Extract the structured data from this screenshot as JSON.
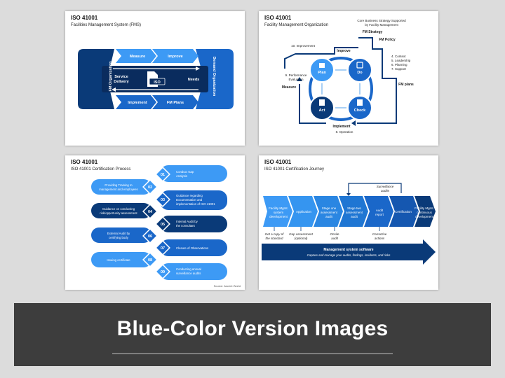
{
  "panel1": {
    "title": "ISO 41001",
    "subtitle": "Facilities Management System (FMS)",
    "left": "FM Organization",
    "right": "Demand Organization",
    "measure": "Measure",
    "improve": "Improve",
    "service": [
      "Service",
      "Delivery"
    ],
    "iso": "ISO",
    "needs": "Needs",
    "implement": "Implement",
    "fmplans": "FM Plans"
  },
  "panel2": {
    "title": "ISO 41001",
    "subtitle": "Facility Management Organization",
    "core": [
      "Core Business Strategy Supported",
      "by Facility Management"
    ],
    "fmstrategy": "FM Strategy",
    "fmpolicy": "FM Policy",
    "improvement": "10. Improvement",
    "improve": "Improve",
    "context": [
      "4. Context",
      "5. Leadership",
      "6. Planning",
      "7. Support"
    ],
    "fmplans": "FM plans",
    "perf": [
      "9. Performance",
      "Evaluation"
    ],
    "measure": "Measure",
    "plan": "Plan",
    "do": "Do",
    "act": "Act",
    "check": "Check",
    "implement": "Implement",
    "operation": "8. Operation"
  },
  "panel3": {
    "title": "ISO 41001",
    "subtitle": "ISO 41001 Certification Process",
    "source": "Source: Ascent World",
    "steps": [
      {
        "num": "01",
        "lines": [
          "Conduct Gap",
          "Analysis"
        ]
      },
      {
        "num": "02",
        "lines": [
          "Providing Training to",
          "management and employees"
        ]
      },
      {
        "num": "03",
        "lines": [
          "Guidance regarding",
          "Documentation and",
          "implementation of ISO 41001"
        ]
      },
      {
        "num": "04",
        "lines": [
          "Guidance on conducting",
          "risk/opportunity assessment"
        ]
      },
      {
        "num": "05",
        "lines": [
          "Internal Audit by",
          "the consultant"
        ]
      },
      {
        "num": "06",
        "lines": [
          "External Audit by",
          "certifying body"
        ]
      },
      {
        "num": "07",
        "lines": [
          "Closure of Observations"
        ]
      },
      {
        "num": "08",
        "lines": [
          "Issuing certificate"
        ]
      },
      {
        "num": "09",
        "lines": [
          "Conducting annual",
          "surveillance audits"
        ]
      }
    ]
  },
  "panel4": {
    "title": "ISO 41001",
    "subtitle": "ISO 41001 Certification Journey",
    "surveillance": [
      "Surveillance",
      "audits"
    ],
    "stages": [
      {
        "lines": [
          "Facility Mgmt.",
          "system",
          "development"
        ]
      },
      {
        "lines": [
          "Application"
        ]
      },
      {
        "lines": [
          "Stage one",
          "assessment",
          "audit"
        ]
      },
      {
        "lines": [
          "Stage two",
          "assessment",
          "audit"
        ]
      },
      {
        "lines": [
          "Audit",
          "report"
        ]
      },
      {
        "lines": [
          "Certification"
        ]
      },
      {
        "lines": [
          "Facility Mgmt.",
          "continuous",
          "development"
        ]
      }
    ],
    "below": [
      {
        "lines": [
          "Get a copy of",
          "the standard"
        ]
      },
      {
        "lines": [
          "Gap assessment",
          "(optional)"
        ]
      },
      {
        "lines": [
          "Onsite",
          "audit"
        ]
      },
      {
        "lines": [
          "Corrective",
          "actions"
        ]
      }
    ],
    "mss": "Management system software",
    "mss_sub": "Capture and manage your audits, findings, incidents, and risks"
  },
  "banner": {
    "title": "Blue-Color Version Images"
  },
  "colors": {
    "dark": "#0a3a78",
    "mid": "#1763c6",
    "light": "#3d9af5"
  }
}
